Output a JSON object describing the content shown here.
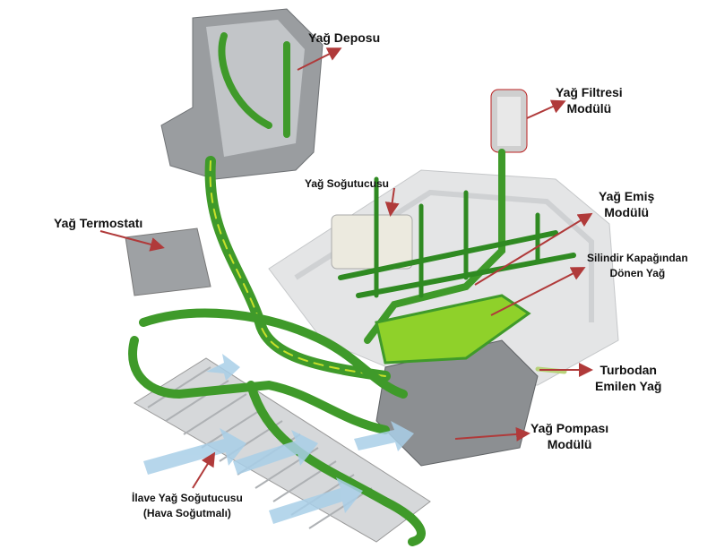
{
  "labels": {
    "oil_tank": "Yağ Deposu",
    "oil_filter_line1": "Yağ Filtresi",
    "oil_filter_line2": "Modülü",
    "oil_cooler": "Yağ Soğutucusu",
    "suction_line1": "Yağ Emiş",
    "suction_line2": "Modülü",
    "thermostat": "Yağ Termostatı",
    "head_return_line1": "Silindir Kapağından",
    "head_return_line2": "Dönen Yağ",
    "turbo_line1": "Turbodan",
    "turbo_line2": "Emilen Yağ",
    "pump_line1": "Yağ Pompası",
    "pump_line2": "Modülü",
    "aux_cooler_line1": "İlave Yağ Soğutucusu",
    "aux_cooler_line2": "(Hava Soğutmalı)"
  },
  "colors": {
    "pipe_green": "#3f9a2a",
    "pipe_highlight": "#c8e02a",
    "leader_red": "#b03a3a",
    "air_blue": "#a9cfe8",
    "metal_gray": "#b9bcbf"
  }
}
